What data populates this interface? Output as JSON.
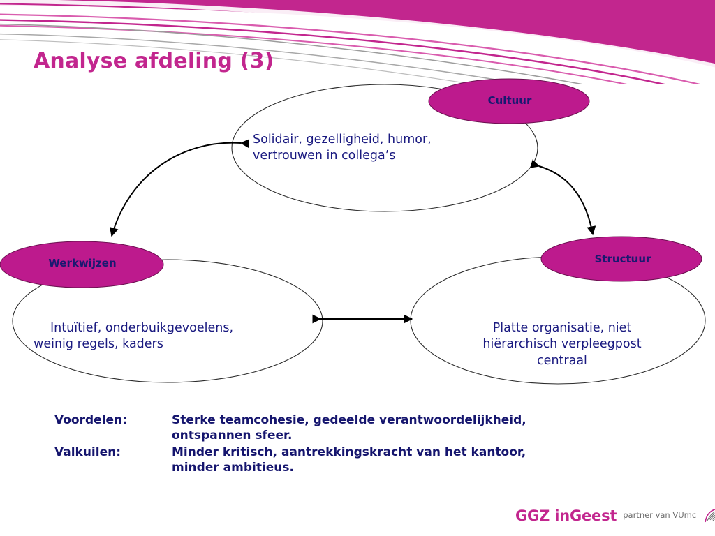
{
  "slide": {
    "title": "Analyse afdeling (3)",
    "accent_color": "#C2268E",
    "node_fill_color": "#BD1A8D",
    "node_text_color": "#191970",
    "body_text_color": "#1A1A80"
  },
  "diagram": {
    "type": "cycle-diagram",
    "nodes": [
      {
        "id": "cultuur",
        "label": "Cultuur",
        "body": "Solidair, gezelligheid, humor,\nvertrouwen in collega’s"
      },
      {
        "id": "werkwijzen",
        "label": "Werkwijzen",
        "body": "Intuïtief, onderbuikgevoelens,\nweinig regels, kaders"
      },
      {
        "id": "structuur",
        "label": "Structuur",
        "body": "Platte organisatie, niet\nhiërarchisch verpleegpost\ncentraal"
      }
    ],
    "connectors": [
      {
        "id": "cultuur-werkwijzen",
        "from": "cultuur",
        "to": "werkwijzen",
        "style": "double-headed-curved-arrow"
      },
      {
        "id": "cultuur-structuur",
        "from": "cultuur",
        "to": "structuur",
        "style": "double-headed-curved-arrow"
      },
      {
        "id": "werkwijzen-structuur",
        "from": "werkwijzen",
        "to": "structuur",
        "style": "double-headed-straight-arrow"
      }
    ]
  },
  "notes": [
    {
      "term": "Voordelen:",
      "description": "Sterke teamcohesie, gedeelde verantwoordelijkheid,\nontspannen sfeer."
    },
    {
      "term": "Valkuilen:",
      "description": "Minder kritisch, aantrekkingskracht van het kantoor,\nminder ambitieus."
    }
  ],
  "logo": {
    "primary": "GGZ inGeest",
    "tagline": "partner van VUmc",
    "mark": "feather-icon"
  }
}
